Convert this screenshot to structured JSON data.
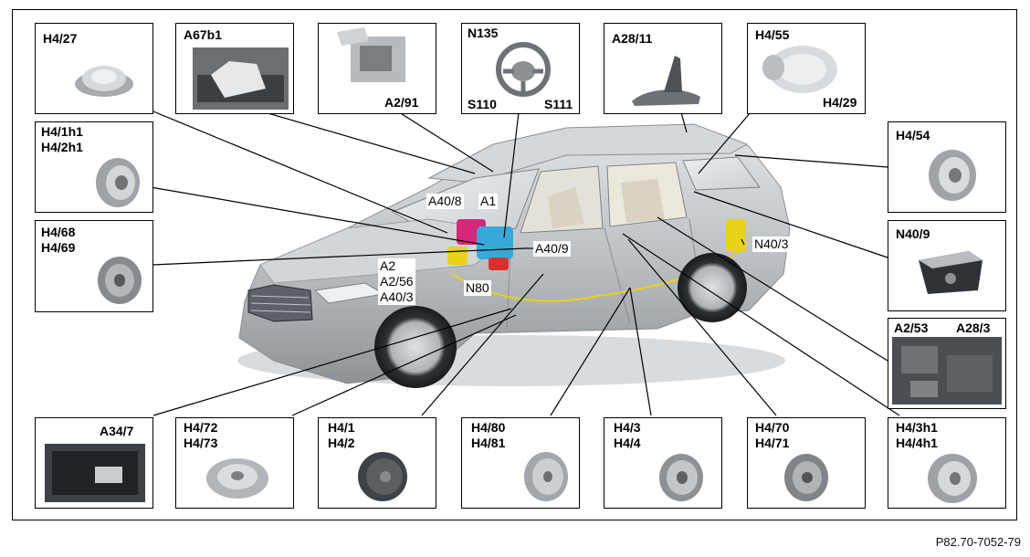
{
  "reference": "P82.70-7052-79",
  "boxes": {
    "h427": "H4/27",
    "a67b1": "A67b1",
    "a291": "A2/91",
    "n135": "N135",
    "s110": "S110",
    "s111": "S111",
    "a2811": "A28/11",
    "h455": "H4/55",
    "h429": "H4/29",
    "h41h1": "H4/1h1\nH4/2h1",
    "h454": "H4/54",
    "h468": "H4/68\nH4/69",
    "n409": "N40/9",
    "a253": "A2/53",
    "a283": "A28/3",
    "a347": "A34/7",
    "h472": "H4/72\nH4/73",
    "h41": "H4/1\nH4/2",
    "h480": "H4/80\nH4/81",
    "h43": "H4/3\nH4/4",
    "h470": "H4/70\nH4/71",
    "h43h1": "H4/3h1\nH4/4h1"
  },
  "callouts": {
    "a408": "A40/8",
    "a1": "A1",
    "a409": "A40/9",
    "a2": "A2\nA2/56\nA40/3",
    "n80": "N80",
    "n403": "N40/3"
  },
  "colors": {
    "magenta": "#d6287a",
    "cyan": "#38a8d8",
    "yellow": "#e8d21a",
    "red": "#d83030",
    "car": "#c7cacd"
  }
}
